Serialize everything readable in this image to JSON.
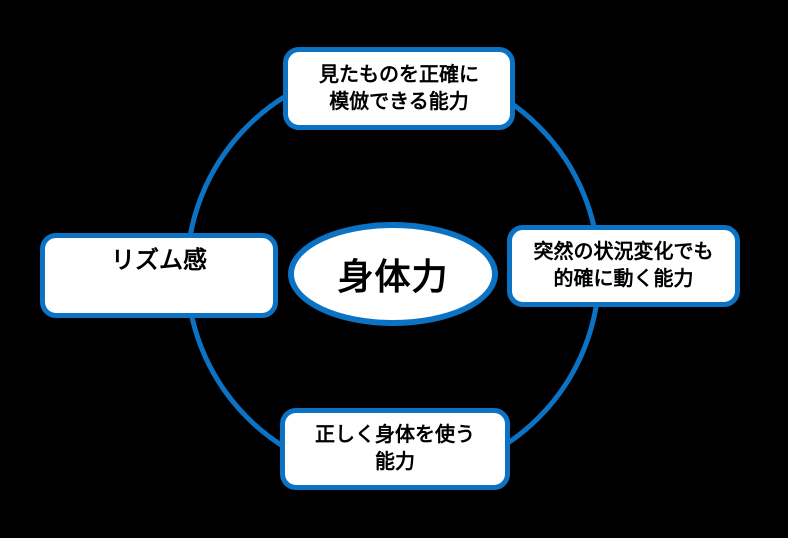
{
  "canvas": {
    "background_color": "#000000",
    "accent_color": "#0b72c4",
    "node_fill_color": "#ffffff",
    "text_color": "#000000"
  },
  "diagram": {
    "center_node": {
      "label": "身体力"
    },
    "nodes": [
      {
        "position": "top",
        "lines": [
          "見たものを正確に",
          "模倣できる能力"
        ]
      },
      {
        "position": "right",
        "lines": [
          "突然の状況変化でも",
          "的確に動く能力"
        ]
      },
      {
        "position": "bottom",
        "lines": [
          "正しく身体を使う",
          "能力"
        ]
      },
      {
        "position": "left",
        "lines": [
          "リズム感",
          ""
        ]
      }
    ]
  }
}
